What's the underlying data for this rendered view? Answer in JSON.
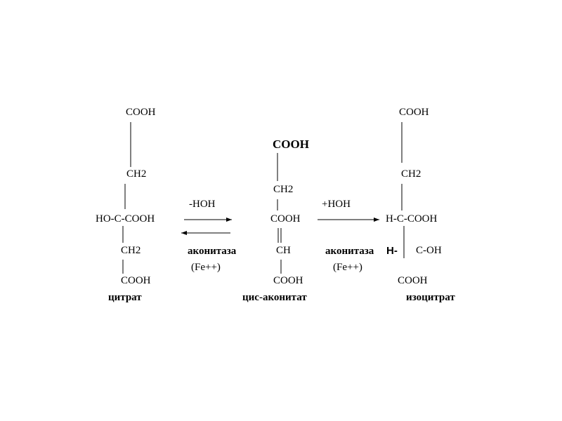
{
  "citrate": {
    "cooh_top": "COOH",
    "ch2_top": "CH2",
    "center": "HO-C-COOH",
    "ch2_bottom": "CH2",
    "cooh_bottom": "COOH",
    "name": "цитрат"
  },
  "step1": {
    "reagent": "-HOH",
    "enzyme": "аконитаза",
    "cofactor": "(Fe++)"
  },
  "cis_aconitate": {
    "cooh_top": "COOH",
    "ch2": "CH2",
    "cooh_mid": "COOH",
    "ch": "CH",
    "cooh_bottom": "COOH",
    "name": "цис-аконитат"
  },
  "step2": {
    "reagent": "+HOH",
    "enzyme": "аконитаза",
    "cofactor": "(Fe++)"
  },
  "isocitrate": {
    "cooh_top": "COOH",
    "ch2": "CH2",
    "center": "H-C-COOH",
    "h_prefix": "H-",
    "c_oh": "C-OH",
    "cooh_bottom": "COOH",
    "name": "изоцитрат"
  }
}
